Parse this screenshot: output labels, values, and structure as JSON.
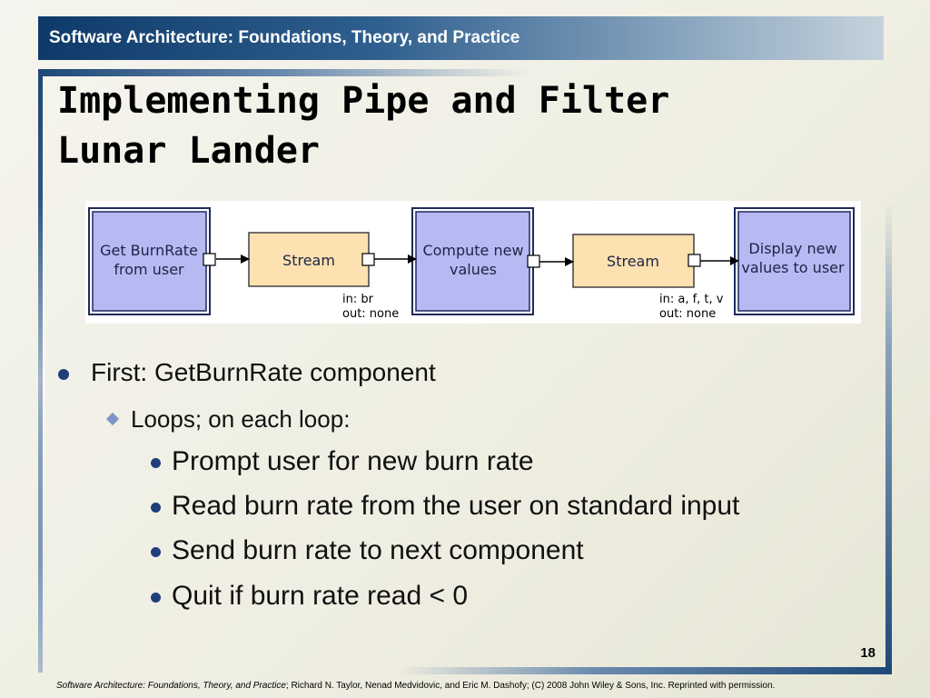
{
  "header": {
    "course_title": "Software Architecture: Foundations, Theory, and Practice"
  },
  "slide": {
    "title_line1": "Implementing Pipe and Filter",
    "title_line2": "Lunar Lander",
    "number": "18"
  },
  "diagram": {
    "components": [
      {
        "line1": "Get BurnRate",
        "line2": "from user"
      },
      {
        "line1": "Compute new",
        "line2": "values"
      },
      {
        "line1": "Display new",
        "line2": "values to user"
      }
    ],
    "connectors": [
      {
        "label": "Stream",
        "in": "in: br",
        "out": "out: none"
      },
      {
        "label": "Stream",
        "in": "in: a, f, t, v",
        "out": "out: none"
      }
    ],
    "colors": {
      "component_fill": "#b7b9f3",
      "component_border": "#1f2a5c",
      "connector_fill": "#fde1b0",
      "connector_border": "#404040"
    }
  },
  "bullets": {
    "level1": "First: GetBurnRate component",
    "level2": "Loops; on each loop:",
    "level3": [
      "Prompt user for new burn rate",
      "Read burn rate from the user on standard input",
      "Send burn rate to next component",
      "Quit if burn rate read < 0"
    ]
  },
  "footer": {
    "book_title": "Software Architecture: Foundations, Theory, and Practice",
    "credits": "; Richard N. Taylor, Nenad Medvidovic, and Eric M. Dashofy; (C) 2008 John Wiley & Sons, Inc. Reprinted with permission."
  }
}
